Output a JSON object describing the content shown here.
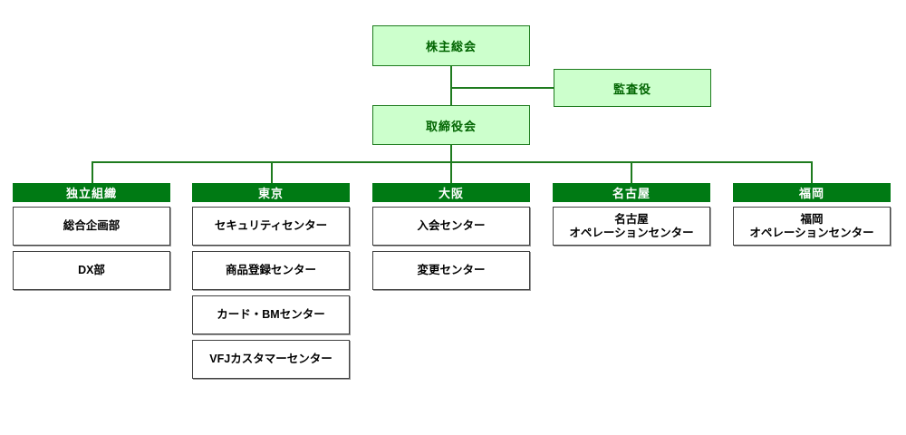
{
  "chart": {
    "type": "org-chart",
    "title": "",
    "colors": {
      "exec_fill": "#CCFFCC",
      "exec_border": "#1E7B1E",
      "exec_text": "#006400",
      "header_fill": "#007A14",
      "header_text": "#FFFFFF",
      "unit_fill": "#FFFFFF",
      "unit_border": "#404040",
      "unit_text": "#000000",
      "connector": "#1E7B1E",
      "background": "#FFFFFF"
    }
  },
  "executive": {
    "shareholders_meeting": "株主総会",
    "auditor": "監査役",
    "board_of_directors": "取締役会"
  },
  "columns": [
    {
      "id": "independent",
      "header": "独立組織",
      "units": [
        "総合企画部",
        "DX部"
      ]
    },
    {
      "id": "tokyo",
      "header": "東京",
      "units": [
        "セキュリティセンター",
        "商品登録センター",
        "カード・BMセンター",
        "VFJカスタマーセンター"
      ]
    },
    {
      "id": "osaka",
      "header": "大阪",
      "units": [
        "入会センター",
        "変更センター"
      ]
    },
    {
      "id": "nagoya",
      "header": "名古屋",
      "units": [
        "名古屋\nオペレーションセンター"
      ]
    },
    {
      "id": "fukuoka",
      "header": "福岡",
      "units": [
        "福岡\nオペレーションセンター"
      ]
    }
  ]
}
